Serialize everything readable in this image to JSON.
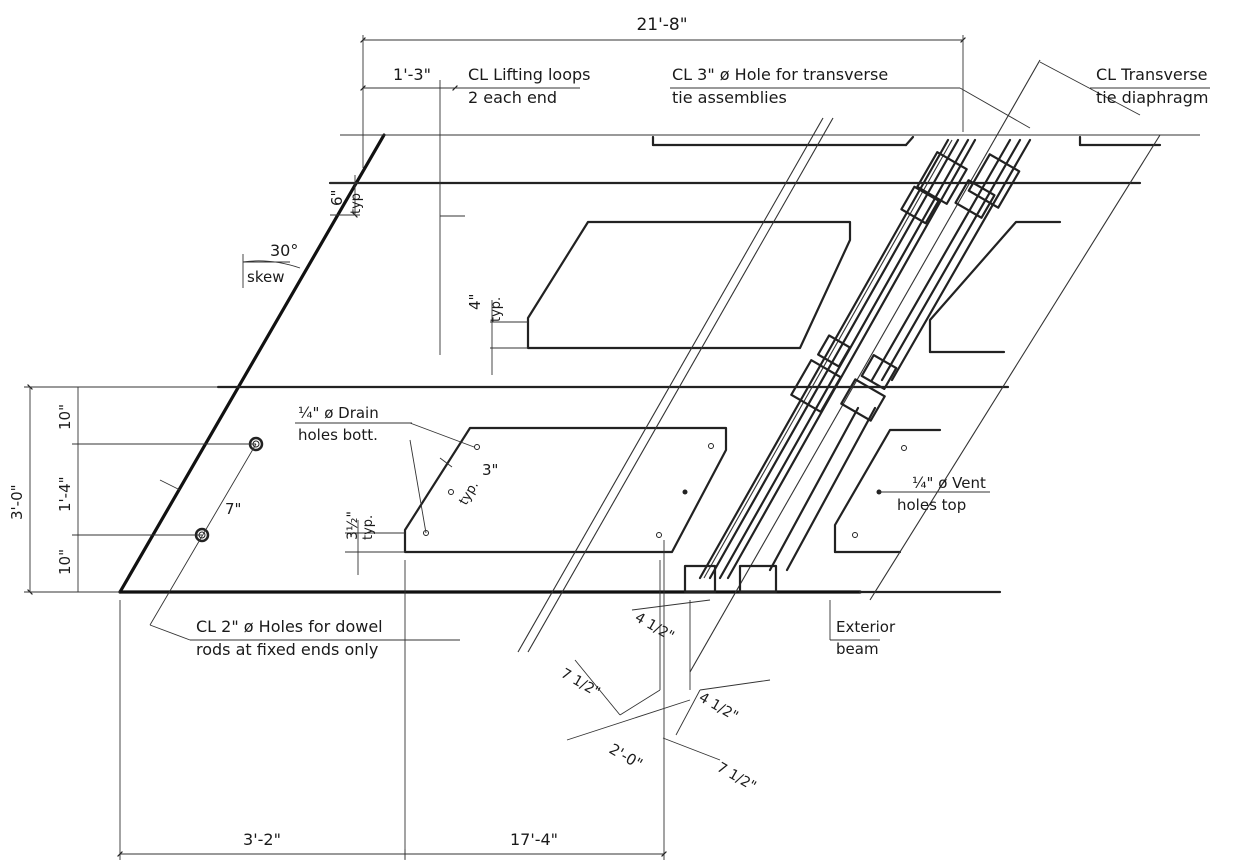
{
  "drawing": {
    "overall_length": "21'-8\"",
    "lifting_offset": "1'-3\"",
    "lifting_note_1": "CL Lifting loops",
    "lifting_note_2": "2 each end",
    "hole_note_1": "CL 3\" ø Hole for transverse",
    "hole_note_2": "tie assemblies",
    "diaphragm_note_1": "CL Transverse",
    "diaphragm_note_2": "tie diaphragm",
    "flange_dim": "6\"",
    "flange_typ": "typ",
    "skew_angle": "30°",
    "skew_label": "skew",
    "fillet_dim": "4\"",
    "fillet_typ": "typ.",
    "drain_note_1": "¼\" ø Drain",
    "drain_note_2": "holes bott.",
    "vent_note_1": "¼\" ø Vent",
    "vent_note_2": "holes top",
    "depth_total": "3'-0\"",
    "depth_top": "10\"",
    "depth_mid": "1'-4\"",
    "depth_bot": "10\"",
    "dowel_offset": "7\"",
    "drain_vert": "3½\"",
    "drain_vert_typ": "typ.",
    "drain_spacing": "3\"",
    "drain_spacing_typ": "typ.",
    "dowel_note_1": "CL 2\" ø Holes for dowel",
    "dowel_note_2": "rods at fixed ends only",
    "tie_a": "4 1/2\"",
    "tie_b": "7 1/2\"",
    "tie_c": "4 1/2\"",
    "tie_d": "7 1/2\"",
    "tie_e": "2'-0\"",
    "beam_note_1": "Exterior",
    "beam_note_2": "beam",
    "bottom_left": "3'-2\"",
    "bottom_right": "17'-4\""
  }
}
